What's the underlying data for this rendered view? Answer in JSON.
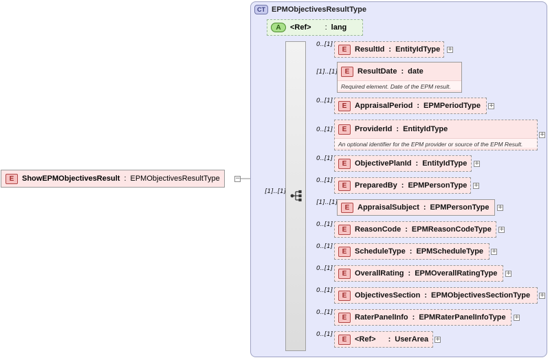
{
  "root": {
    "badge": "E",
    "name": "ShowEPMObjectivesResult",
    "sep": ":",
    "type": "EPMObjectivesResultType",
    "expander": "−"
  },
  "complex_type": {
    "badge": "CT",
    "name": "EPMObjectivesResultType"
  },
  "attribute": {
    "badge": "A",
    "name": "<Ref>",
    "sep": ":",
    "type": "lang"
  },
  "sequence": {
    "cardinality": "[1]..[1]"
  },
  "elements": [
    {
      "badge": "E",
      "name": "ResultId",
      "sep": ":",
      "type": "EntityIdType",
      "card": "0..[1]",
      "expander": "+"
    },
    {
      "badge": "E",
      "name": "ResultDate",
      "sep": ":",
      "type": "date",
      "card": "[1]..[1]",
      "doc": "Required element. Date of the EPM result."
    },
    {
      "badge": "E",
      "name": "AppraisalPeriod",
      "sep": ":",
      "type": "EPMPeriodType",
      "card": "0..[1]",
      "expander": "+"
    },
    {
      "badge": "E",
      "name": "ProviderId",
      "sep": ":",
      "type": "EntityIdType",
      "card": "0..[1]",
      "expander": "+",
      "doc": "An optional identifier for the EPM provider or source of the EPM Result."
    },
    {
      "badge": "E",
      "name": "ObjectivePlanId",
      "sep": ":",
      "type": "EntityIdType",
      "card": "0..[1]",
      "expander": "+"
    },
    {
      "badge": "E",
      "name": "PreparedBy",
      "sep": ":",
      "type": "EPMPersonType",
      "card": "0..[1]",
      "expander": "+"
    },
    {
      "badge": "E",
      "name": "AppraisalSubject",
      "sep": ":",
      "type": "EPMPersonType",
      "card": "[1]..[1]",
      "expander": "+"
    },
    {
      "badge": "E",
      "name": "ReasonCode",
      "sep": ":",
      "type": "EPMReasonCodeType",
      "card": "0..[1]",
      "expander": "+"
    },
    {
      "badge": "E",
      "name": "ScheduleType",
      "sep": ":",
      "type": "EPMScheduleType",
      "card": "0..[1]",
      "expander": "+"
    },
    {
      "badge": "E",
      "name": "OverallRating",
      "sep": ":",
      "type": "EPMOverallRatingType",
      "card": "0..[1]",
      "expander": "+"
    },
    {
      "badge": "E",
      "name": "ObjectivesSection",
      "sep": ":",
      "type": "EPMObjectivesSectionType",
      "card": "0..[1]",
      "expander": "+"
    },
    {
      "badge": "E",
      "name": "RaterPanelInfo",
      "sep": ":",
      "type": "EPMRaterPanelInfoType",
      "card": "0..[1]",
      "expander": "+"
    },
    {
      "badge": "E",
      "name": "<Ref>",
      "sep": ":",
      "type": "UserArea",
      "card": "0..[1]",
      "expander": "+"
    }
  ]
}
